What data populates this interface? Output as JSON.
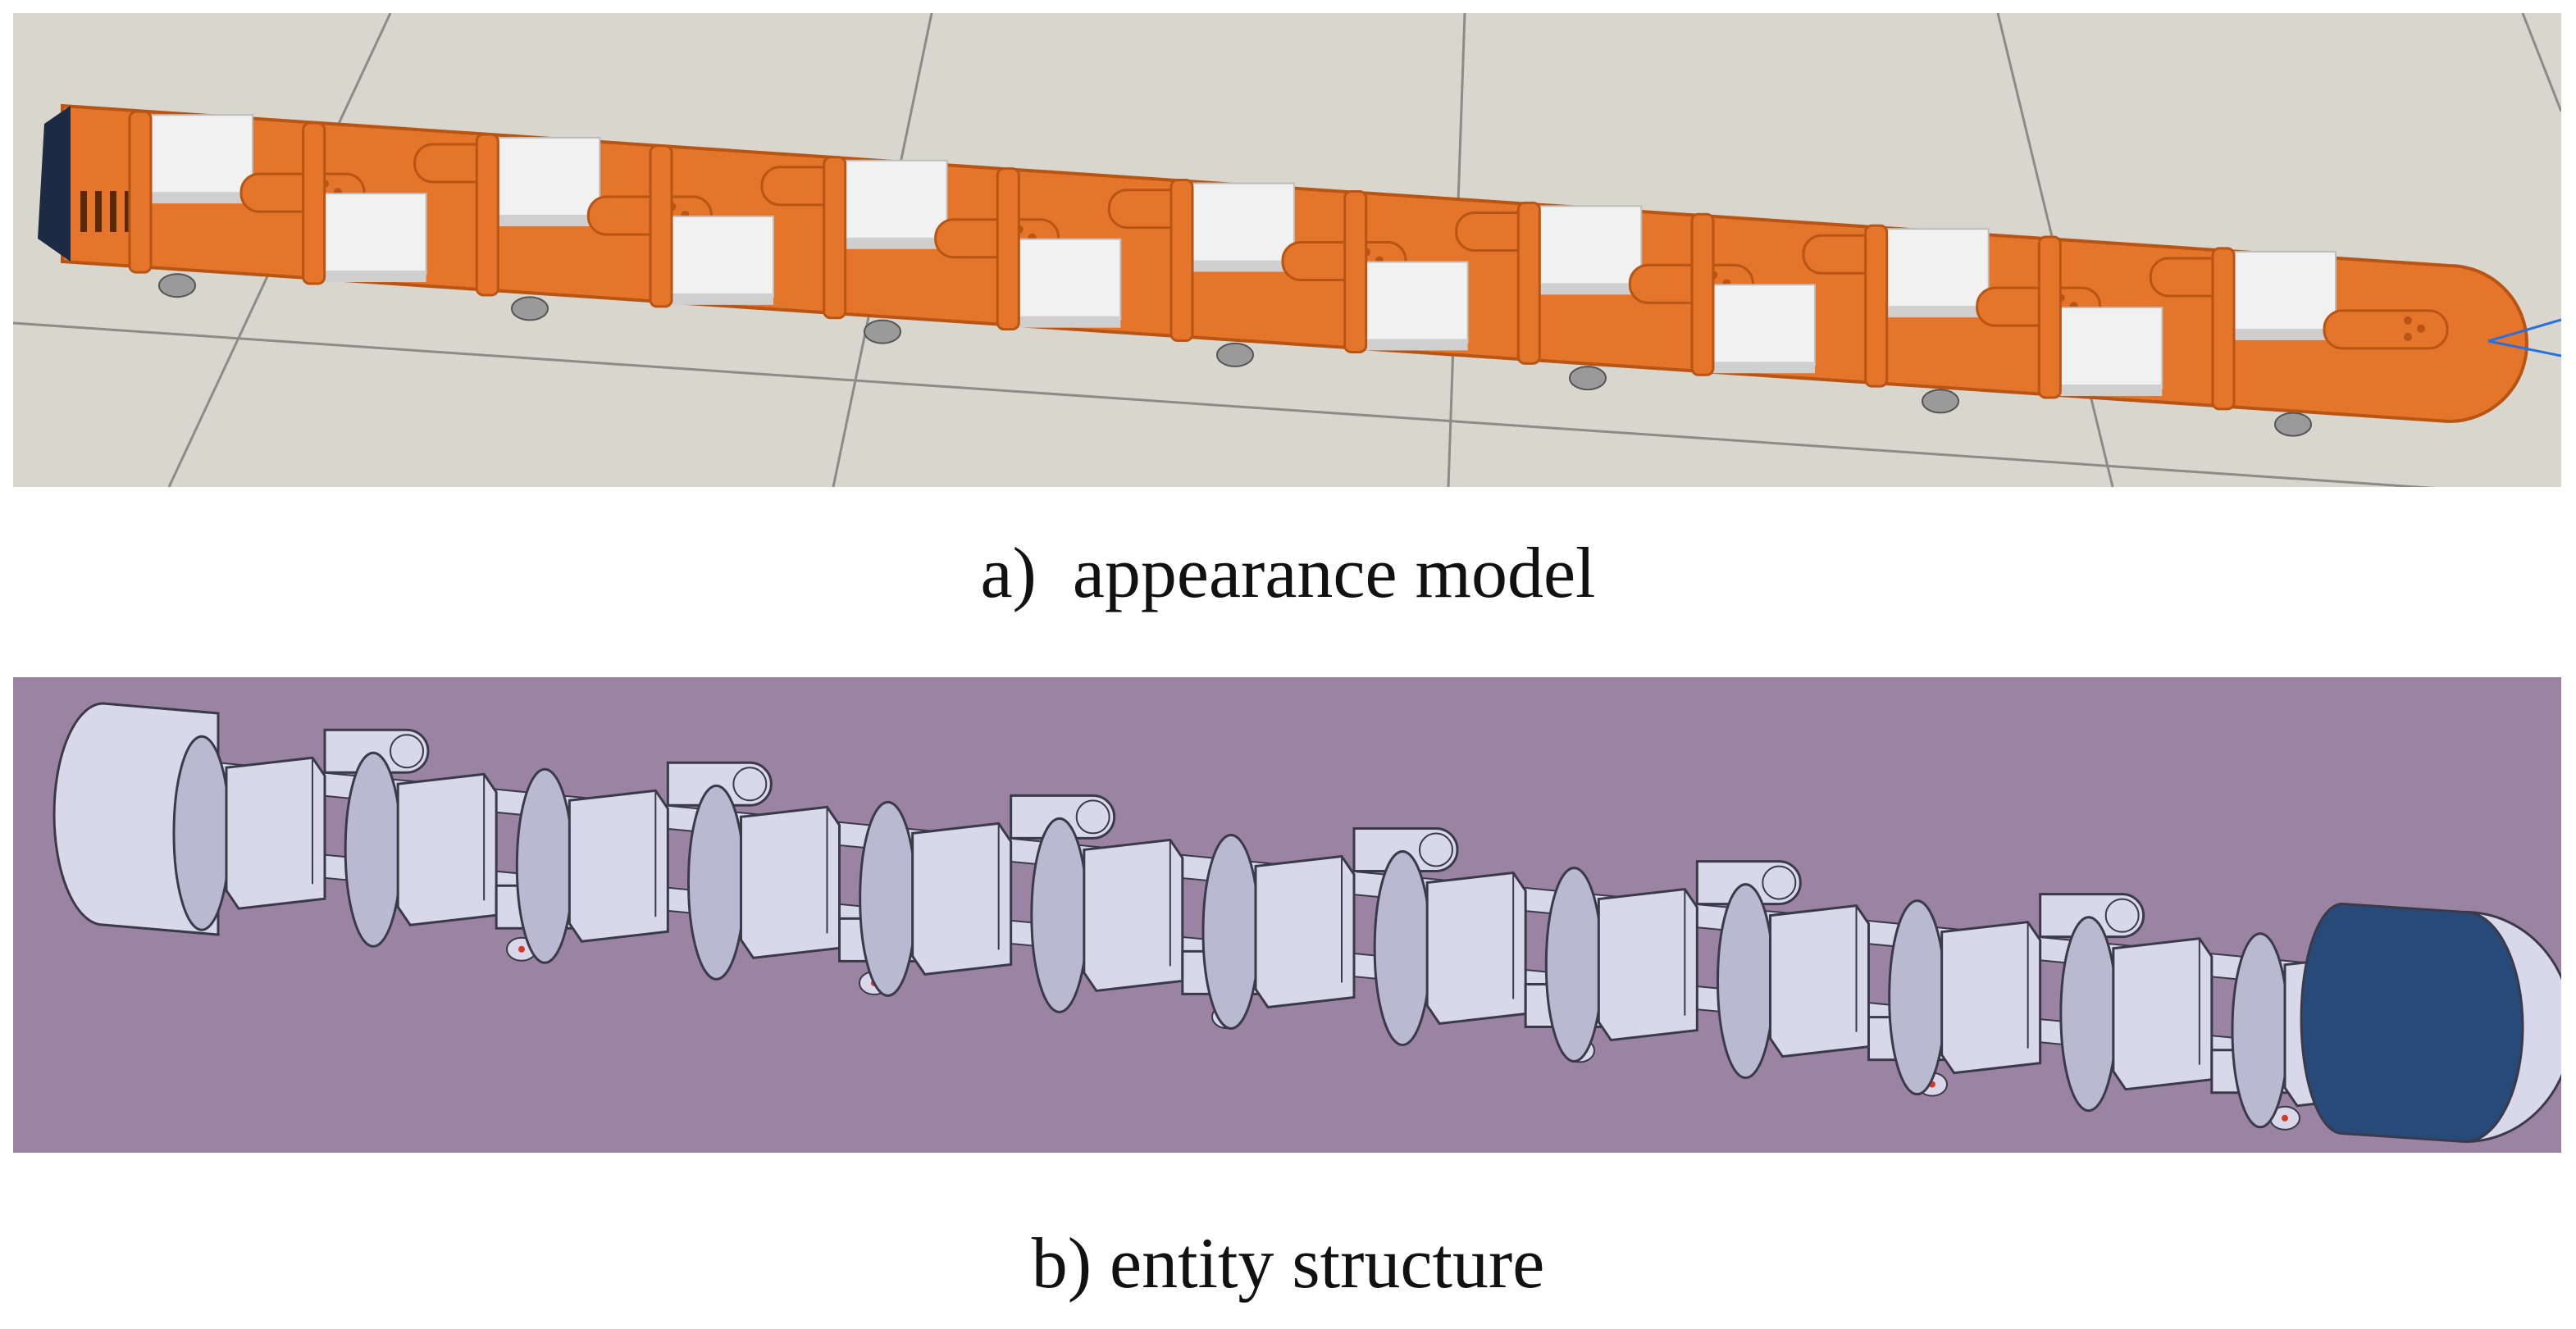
{
  "figure": {
    "panel_a": {
      "caption": "a)  appearance model",
      "colors": {
        "floor": "#d9d6ce",
        "floor_grid": "#8d8b85",
        "body": "#e4752a",
        "body_dark": "#b85514",
        "block": "#f1f1f1",
        "block_shade": "#cfcfcf",
        "end_cap": "#1c2a44"
      }
    },
    "panel_b": {
      "caption": "b) entity structure",
      "colors": {
        "background": "#9b84a3",
        "body": "#d8d8ea",
        "body_shade": "#b9b9d2",
        "outline": "#3a3a4a",
        "end_cap": "#274a78"
      }
    },
    "module_count": 13,
    "wheel_count": 7
  }
}
